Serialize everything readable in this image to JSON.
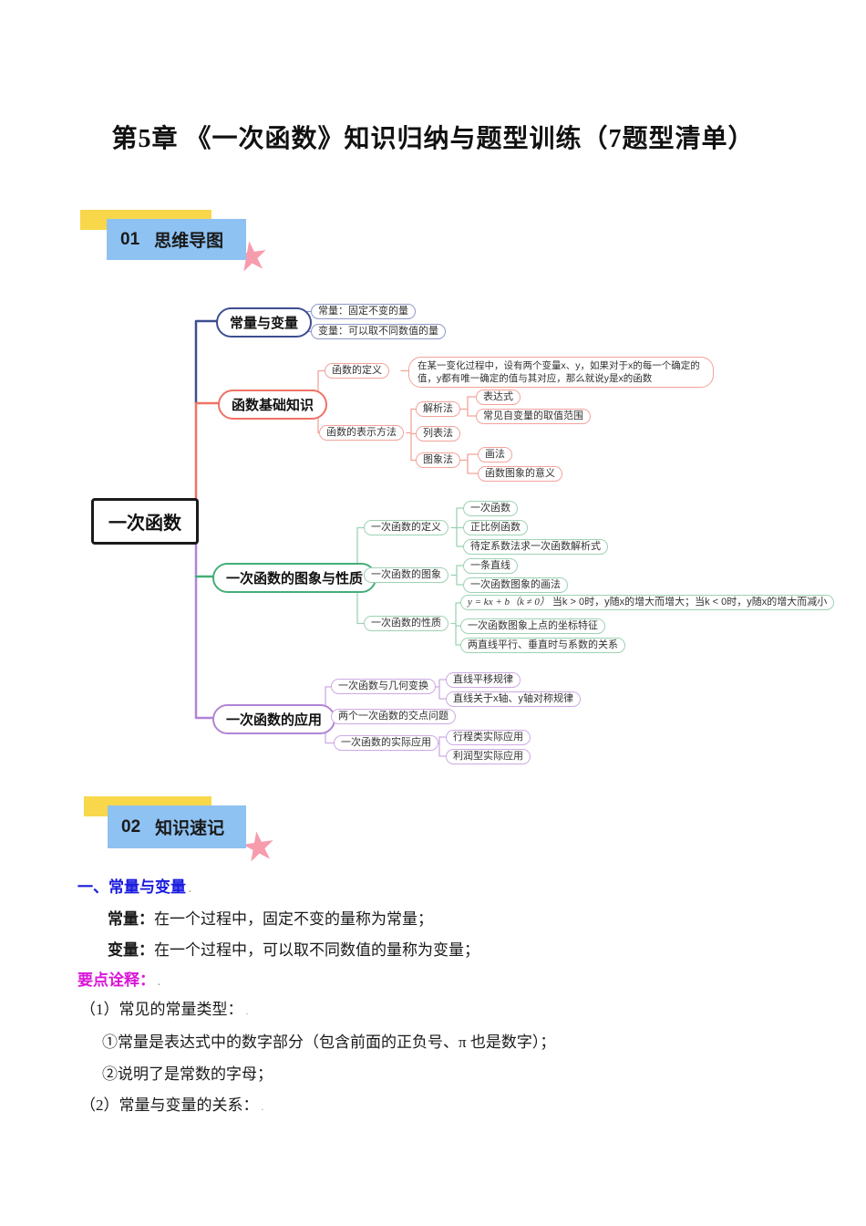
{
  "title": "第5章 《一次函数》知识归纳与题型训练（7题型清单）",
  "sections": [
    {
      "num": "01",
      "label": "思维导图"
    },
    {
      "num": "02",
      "label": "知识速记"
    }
  ],
  "icons": {
    "star": "★"
  },
  "colors": {
    "header_blue": "#8ec2f2",
    "header_yellow": "#f8d74a",
    "star_pink": "#f79cad",
    "branch_constants_navy": "#3e4e90",
    "branch_basics_red": "#ee7265",
    "branch_graph_green": "#44ae78",
    "branch_apps_purple": "#b184d6",
    "heading_blue": "#1a1ae0",
    "emphasis_magenta": "#d816d8"
  },
  "mindmap": {
    "root": {
      "label": "一次函数"
    },
    "branch1": {
      "label": "常量与变量",
      "children": [
        "常量：固定不变的量",
        "变量：可以取不同数值的量"
      ]
    },
    "branch2": {
      "label": "函数基础知识",
      "def_label": "函数的定义",
      "def_text": "在某一变化过程中，设有两个变量x、y，如果对于x的每一个确定的值，y都有唯一确定的值与其对应，那么就说y是x的函数",
      "repr_label": "函数的表示方法",
      "analytic": "解析法",
      "expression": "表达式",
      "domain": "常见自变量的取值范围",
      "table": "列表法",
      "graphic": "图象法",
      "drawing": "画法",
      "meaning": "函数图象的意义"
    },
    "branch3": {
      "label": "一次函数的图象与性质",
      "def_label": "一次函数的定义",
      "def_children": [
        "一次函数",
        "正比例函数",
        "待定系数法求一次函数解析式"
      ],
      "graph_label": "一次函数的图象",
      "graph_children": [
        "一条直线",
        "一次函数图象的画法"
      ],
      "prop_label": "一次函数的性质",
      "prop_math": "y = kx + b（k ≠ 0）",
      "prop_rest": "当k > 0时，y随x的增大而增大；当k < 0时，y随x的增大而减小",
      "prop_children": [
        "一次函数图象上点的坐标特征",
        "两直线平行、垂直时与系数的关系"
      ]
    },
    "branch4": {
      "label": "一次函数的应用",
      "geo_label": "一次函数与几何变换",
      "geo_children": [
        "直线平移规律",
        "直线关于x轴、y轴对称规律"
      ],
      "intersection": "两个一次函数的交点问题",
      "applied_label": "一次函数的实际应用",
      "applied_children": [
        "行程类实际应用",
        "利润型实际应用"
      ]
    }
  },
  "knowledge": {
    "heading": "一、常量与变量",
    "constant_label": "常量：",
    "constant_text": "在一个过程中，固定不变的量称为常量；",
    "variable_label": "变量：",
    "variable_text": "在一个过程中，可以取不同数值的量称为变量；",
    "notes_label": "要点诠释：",
    "item1": "（1）常见的常量类型：",
    "item1_sub1": "①常量是表达式中的数字部分（包含前面的正负号、π 也是数字）；",
    "item1_sub2": "②说明了是常数的字母；",
    "item2": "（2）常量与变量的关系：",
    "dot": "."
  }
}
